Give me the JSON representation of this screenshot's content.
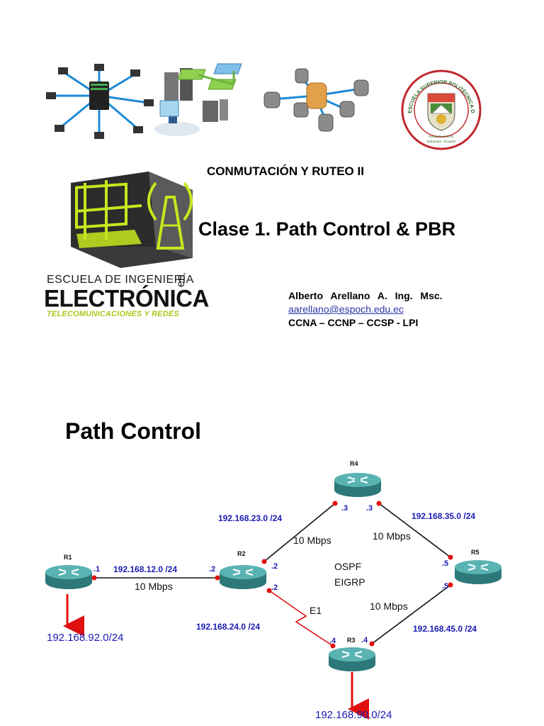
{
  "header": {
    "course_title": "CONMUTACIÓN Y RUTEO II",
    "class_title": "Clase 1. Path Control & PBR"
  },
  "school_logo": {
    "line1": "ESCUELA DE INGENIERÍA",
    "line2": "ELECTRÓNICA",
    "line2_suffix": "en",
    "line3": "TELECOMUNICACIONES Y REDES",
    "accent_color": "#c8e61e"
  },
  "seal": {
    "ring_text": "ESCUELA SUPERIOR POLITÉCNICA DE CHIMBORAZO",
    "founded_text": "Fundada en 1972",
    "city_text": "Riobamba - Ecuador"
  },
  "author": {
    "name": "Alberto Arellano A. Ing. Msc.",
    "email": "aarellano@espoch.edu.ec",
    "certs": "CCNA – CCNP – CCSP - LPI"
  },
  "slide2": {
    "heading": "Path Control"
  },
  "diagram": {
    "routers": [
      "R1",
      "R2",
      "R3",
      "R4",
      "R5"
    ],
    "networks": {
      "r1_r2": "192.168.12.0 /24",
      "r2_r4": "192.168.23.0 /24",
      "r4_r5": "192.168.35.0 /24",
      "r2_r3": "192.168.24.0 /24",
      "r3_r5": "192.168.45.0 /24",
      "lan_r1": "192.168.92.0/24",
      "lan_r3": "192.168.90.0/24"
    },
    "bandwidth": {
      "r1_r2": "10 Mbps",
      "r2_r4": "10 Mbps",
      "r4_r5": "10 Mbps",
      "r3_r5": "10 Mbps"
    },
    "serial_label": "E1",
    "protocols": [
      "OSPF",
      "EIGRP"
    ],
    "host_ids": {
      "r1_a": ".1",
      "r2_a": ".2",
      "r2_b": ".2",
      "r2_c": ".2",
      "r4_a": ".3",
      "r4_b": ".3",
      "r5_a": ".5",
      "r5_b": ".5",
      "r3_a": ".4",
      "r3_b": ".4"
    },
    "colors": {
      "network_label": "#1a1ab4",
      "serial_link": "#e01010",
      "router_body": "#3f9a9a",
      "endpoint_dot": "#e01010"
    }
  }
}
